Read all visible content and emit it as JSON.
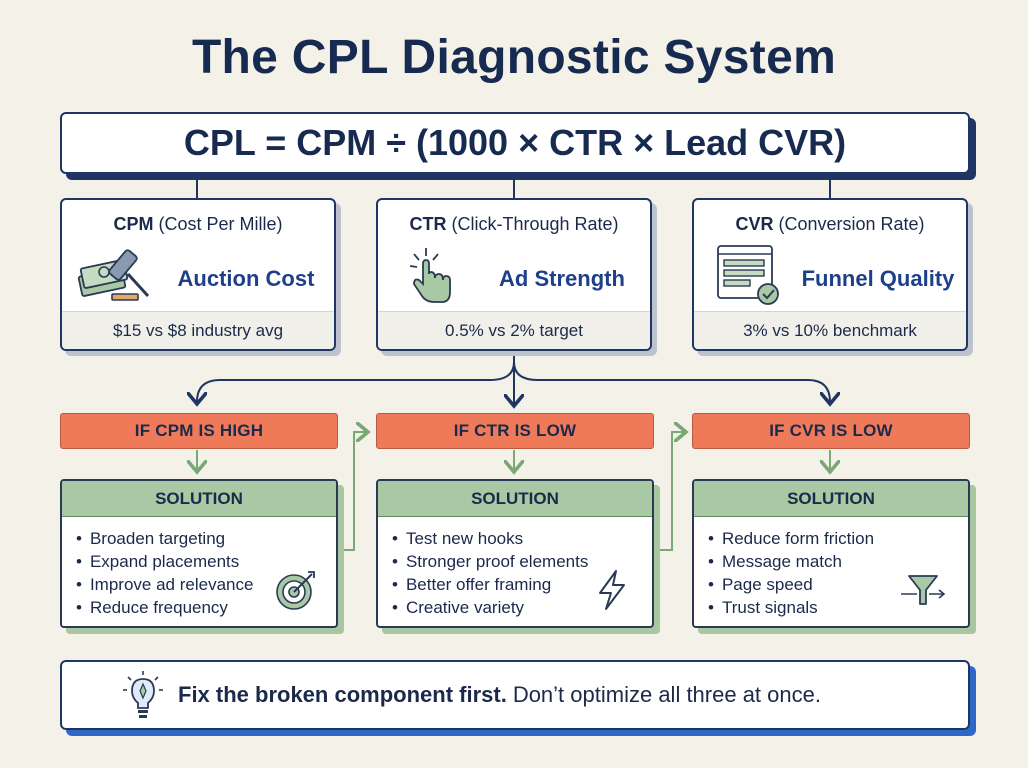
{
  "title": "The CPL Diagnostic System",
  "formula": "CPL = CPM ÷ (1000 × CTR × Lead CVR)",
  "metrics": [
    {
      "abbr": "CPM",
      "full": "(Cost Per Mille)",
      "label": "Auction Cost",
      "stat": "$15 vs $8 industry avg",
      "icon": "money-gavel-icon"
    },
    {
      "abbr": "CTR",
      "full": "(Click-Through Rate)",
      "label": "Ad Strength",
      "stat": "0.5% vs 2% target",
      "icon": "hand-click-icon"
    },
    {
      "abbr": "CVR",
      "full": "(Conversion Rate)",
      "label": "Funnel Quality",
      "stat": "3% vs 10% benchmark",
      "icon": "form-check-icon"
    }
  ],
  "conditions": [
    "IF CPM IS HIGH",
    "IF CTR IS LOW",
    "IF CVR IS LOW"
  ],
  "solutions": [
    {
      "heading": "SOLUTION",
      "items": [
        "Broaden targeting",
        "Expand placements",
        "Improve ad relevance",
        "Reduce frequency"
      ],
      "icon": "target-icon"
    },
    {
      "heading": "SOLUTION",
      "items": [
        "Test new hooks",
        "Stronger proof elements",
        "Better offer framing",
        "Creative variety"
      ],
      "icon": "lightning-icon"
    },
    {
      "heading": "SOLUTION",
      "items": [
        "Reduce form friction",
        "Message match",
        "Page speed",
        "Trust signals"
      ],
      "icon": "funnel-icon"
    }
  ],
  "tip": {
    "strong": "Fix the broken component first.",
    "rest": "Don’t optimize all three at once.",
    "icon": "lightbulb-icon"
  },
  "colors": {
    "navy": "#1f3563",
    "accent_blue": "#1e3f8a",
    "condition_red": "#ef7a5a",
    "solution_green": "#a9c9a4",
    "background": "#f4f1e8"
  }
}
